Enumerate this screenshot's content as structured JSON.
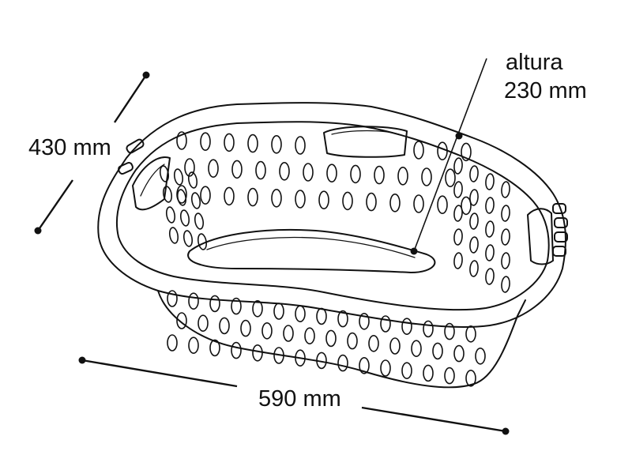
{
  "dimensions": {
    "depth": "430 mm",
    "height_label": "altura",
    "height": "230 mm",
    "width": "590 mm"
  },
  "colors": {
    "line": "#111111",
    "background": "#ffffff"
  }
}
